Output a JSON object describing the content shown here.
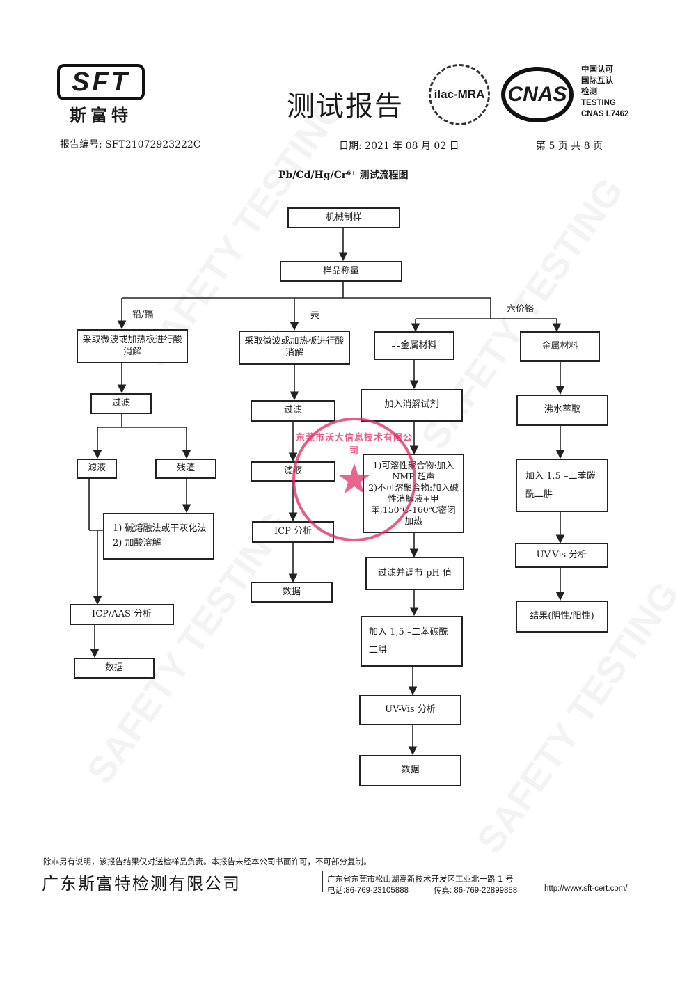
{
  "header": {
    "logo_text": "SFT",
    "logo_cn": "斯富特",
    "title": "测试报告",
    "ilac_text": "ilac-MRA",
    "cnas_text": "CNAS",
    "accred_lines": [
      "中国认可",
      "国际互认",
      "检测",
      "TESTING",
      "CNAS L7462"
    ]
  },
  "meta": {
    "report_no": "报告编号: SFT21072923222C",
    "date": "日期: 2021 年 08 月 02 日",
    "page": "第 5 页  共 8 页"
  },
  "chart_title": "Pb/Cd/Hg/Cr⁶⁺ 测试流程图",
  "flow": {
    "prep": "机械制样",
    "weigh": "样品称量",
    "branch_pb": "铅/镉",
    "branch_hg": "汞",
    "branch_cr": "六价铬",
    "pb": {
      "digest": "采取微波或加热板进行酸消解",
      "filter": "过滤",
      "filtrate": "滤液",
      "residue": "残渣",
      "residue_step1": "1)    碱熔融法或干灰化法",
      "residue_step2": "2)    加酸溶解",
      "analysis": "ICP/AAS 分析",
      "data": "数据"
    },
    "hg": {
      "digest": "采取微波或加热板进行酸消解",
      "filter": "过滤",
      "filtrate": "滤液",
      "analysis": "ICP 分析",
      "data": "数据"
    },
    "nonmetal": {
      "title": "非金属材料",
      "reagent": "加入消解试剂",
      "cond1": "1)可溶性聚合物:加入 NMP 超声",
      "cond2": "2)不可溶聚合物:加入碱性消解液+甲苯,150℃-160℃密闭加热",
      "filter_ph": "过滤并调节 pH 值",
      "dpc": "加入 1,5 –二苯碳酰二肼",
      "uv": "UV-Vis 分析",
      "data": "数据"
    },
    "metal": {
      "title": "金属材料",
      "boil": "沸水萃取",
      "dpc": "加入 1,5 –二苯碳酰二肼",
      "uv": "UV-Vis 分析",
      "result": "结果(阴性/阳性)"
    }
  },
  "stamp": {
    "text": "东莞市沃大信息技术有限公司"
  },
  "footer": {
    "disclaimer": "除非另有说明，该报告结果仅对送检样品负责。本报告未经本公司书面许可，不可部分复制。",
    "company": "广东斯富特检测有限公司",
    "address": "广东省东莞市松山湖高新技术开发区工业北一路 1 号",
    "tel": "电话:86-769-23105888",
    "fax": "传真: 86-769-22899858",
    "url": "http://www.sft-cert.com/"
  },
  "watermark_text": "SAFETY TESTING",
  "colors": {
    "stamp_red": "#e0245e",
    "ink": "#1a1a1a"
  }
}
